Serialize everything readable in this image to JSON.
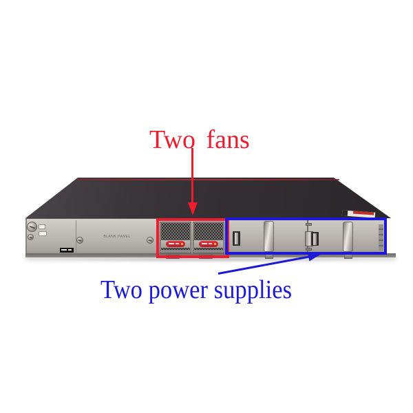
{
  "annotations": {
    "fans": {
      "label": "Two fans"
    },
    "power_supplies": {
      "label": "Two power supplies"
    }
  },
  "device": {
    "view": "switch rear panel",
    "blank_panel_label": "BLANK PANEL",
    "fan_module_count": 2,
    "power_supply_bay_count": 2
  },
  "colors": {
    "annotation_red": "#ee1c2e",
    "annotation_blue": "#1b18d8",
    "top_edge_red_line": "#a03240",
    "chassis_top": "#332f32",
    "panel_gray": "#bab7b2"
  }
}
